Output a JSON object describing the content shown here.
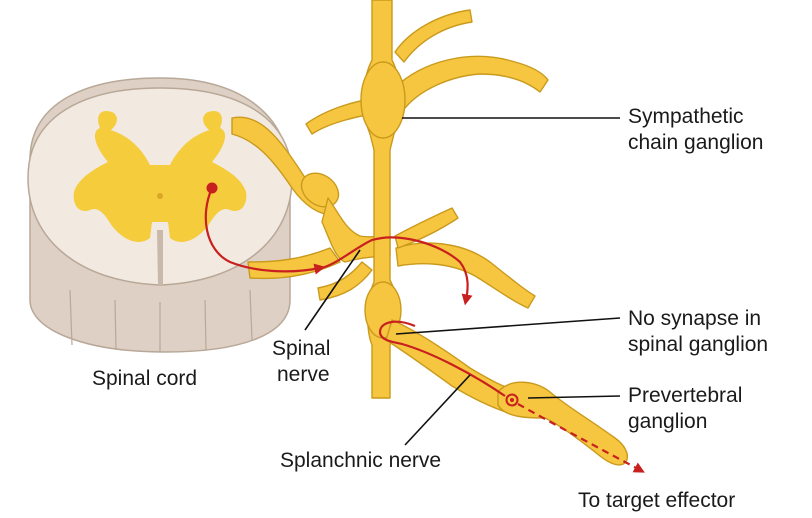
{
  "labels": {
    "sympathetic_chain_ganglion": [
      "Sympathetic",
      "chain ganglion"
    ],
    "no_synapse": [
      "No synapse in",
      "spinal ganglion"
    ],
    "prevertebral_ganglion": [
      "Prevertebral",
      "ganglion"
    ],
    "to_target_effector": "To target effector",
    "spinal_cord": "Spinal cord",
    "spinal_nerve": [
      "Spinal",
      "nerve"
    ],
    "splanchnic_nerve": "Splanchnic nerve"
  },
  "colors": {
    "nerve_fill": "#f7c640",
    "nerve_outline": "#c99a1c",
    "grey_matter": "#f5cc3c",
    "white_matter": "#f2e9e1",
    "cord_side": "#ded0c4",
    "neuron_path": "#c8201e",
    "leader_line": "#111111"
  }
}
